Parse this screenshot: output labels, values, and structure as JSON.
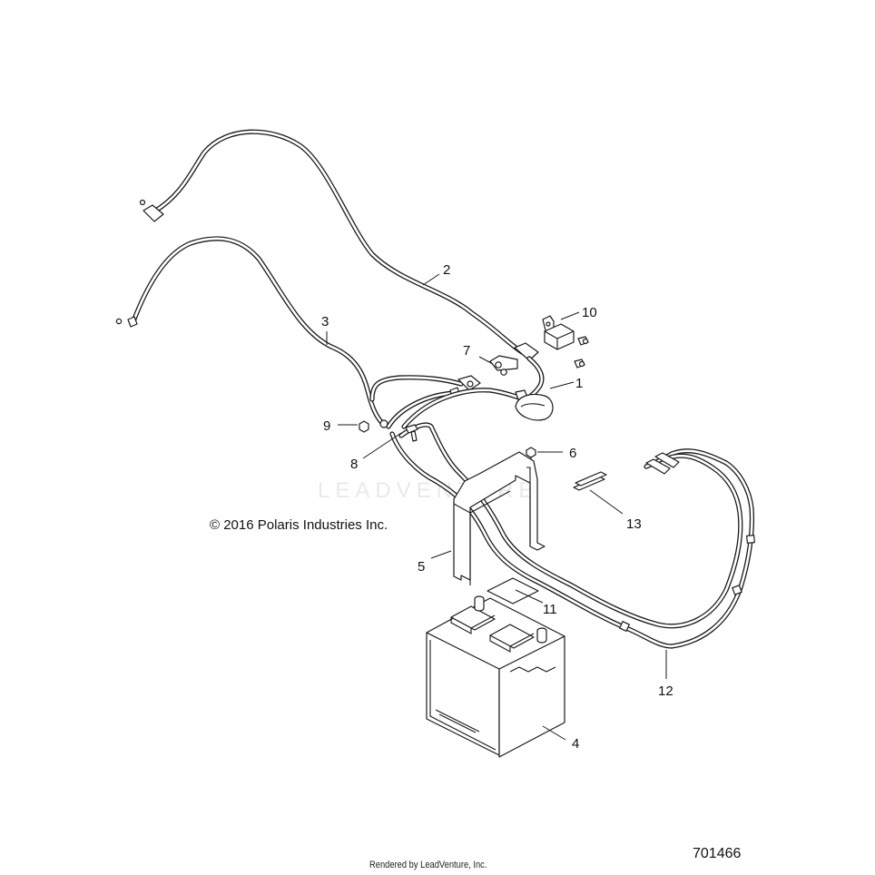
{
  "copyright": "© 2016 Polaris Industries Inc.",
  "diagram_number": "701466",
  "rendered_by": "Rendered by LeadVenture, Inc.",
  "watermark": "LEADVENTURE",
  "callouts": [
    {
      "id": "1",
      "label": "1"
    },
    {
      "id": "2",
      "label": "2"
    },
    {
      "id": "3",
      "label": "3"
    },
    {
      "id": "4",
      "label": "4"
    },
    {
      "id": "5",
      "label": "5"
    },
    {
      "id": "6",
      "label": "6"
    },
    {
      "id": "7",
      "label": "7"
    },
    {
      "id": "8",
      "label": "8"
    },
    {
      "id": "9",
      "label": "9"
    },
    {
      "id": "10",
      "label": "10"
    },
    {
      "id": "11",
      "label": "11"
    },
    {
      "id": "12",
      "label": "12"
    },
    {
      "id": "13",
      "label": "13"
    }
  ]
}
